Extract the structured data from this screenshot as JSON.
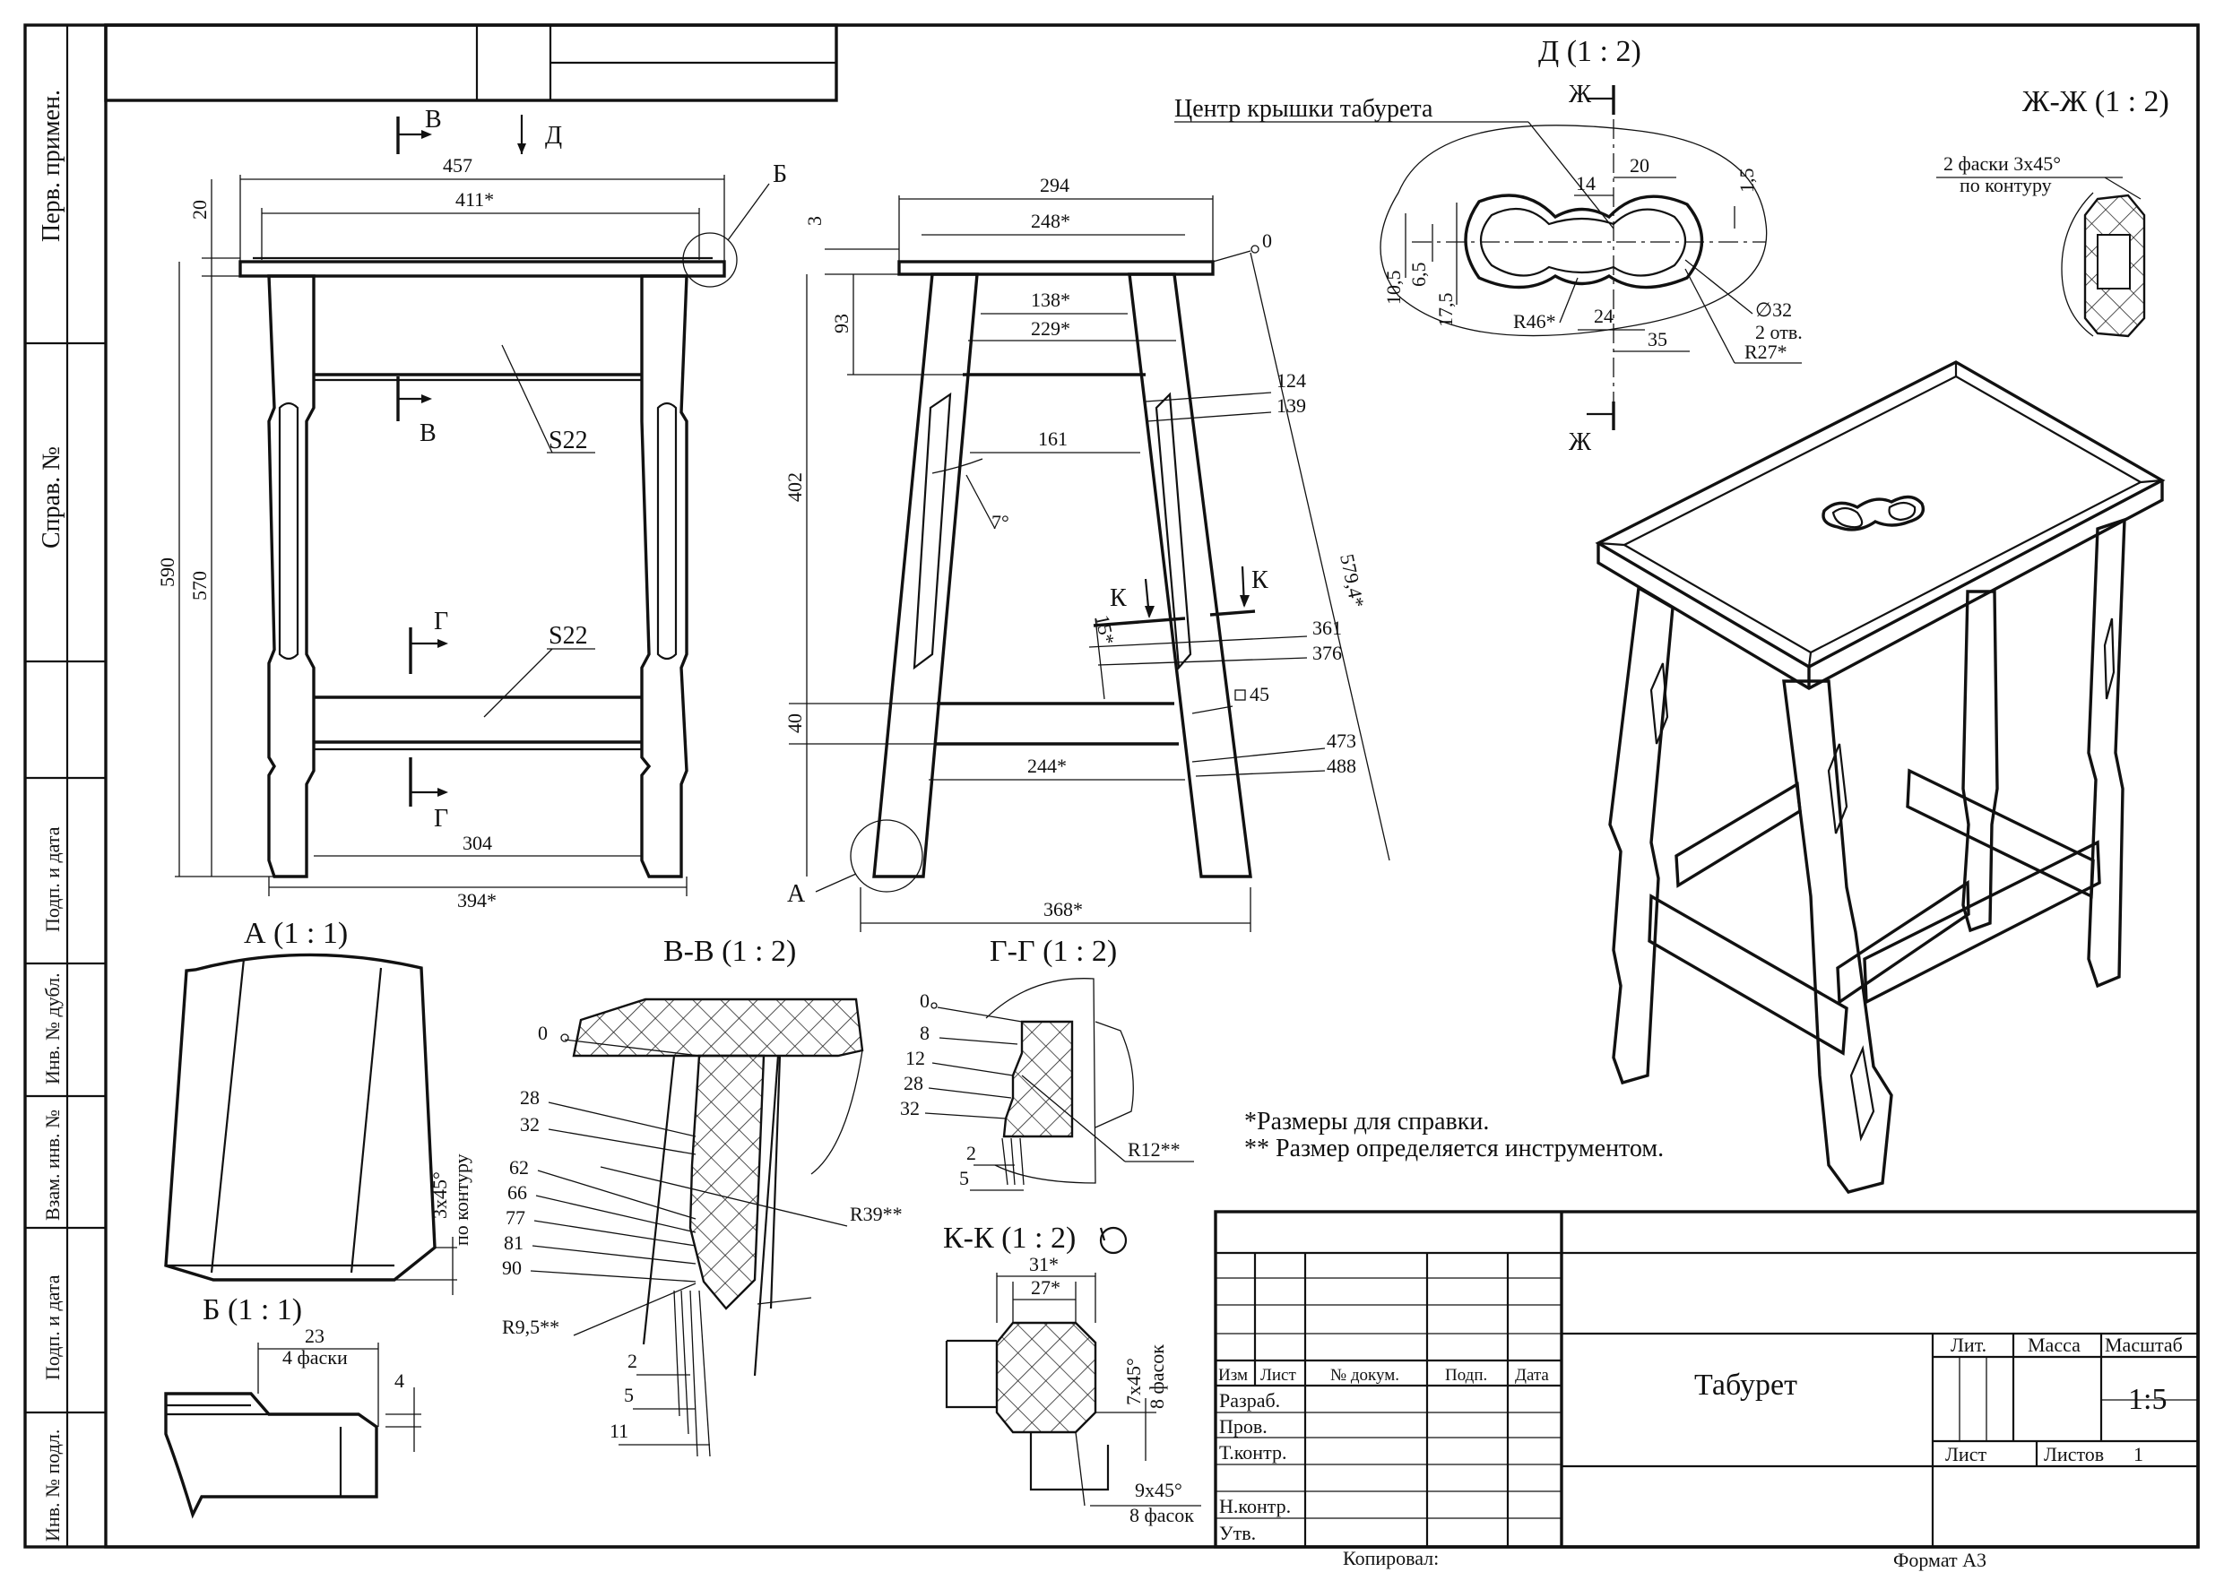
{
  "side_stamp": {
    "top": [
      "Перв. примен.",
      "Справ. №"
    ],
    "bottom": [
      "Подп. и дата",
      "Инв. № дубл.",
      "Взам. инв. №",
      "Подп. и дата",
      "Инв. № подл."
    ]
  },
  "front_view": {
    "section_marks": [
      "В",
      "Д",
      "Б",
      "В",
      "Г",
      "Г"
    ],
    "dims": [
      "457",
      "411*",
      "20",
      "590",
      "570",
      "304",
      "394*"
    ],
    "surface": [
      "S22",
      "S22"
    ]
  },
  "side_view": {
    "dims": [
      "294",
      "248*",
      "3",
      "93",
      "138*",
      "229*",
      "161",
      "7°",
      "402",
      "40",
      "244*",
      "368*",
      "0",
      "124",
      "139",
      "361",
      "376",
      "473",
      "488",
      "579,4*",
      "15*",
      "45"
    ],
    "marks": [
      "К",
      "К",
      "А"
    ]
  },
  "detail_d": {
    "title": "Д (1 : 2)",
    "callout": "Центр крышки табурета",
    "marks": [
      "Ж",
      "Ж"
    ],
    "dims": [
      "20",
      "14",
      "1,5",
      "10,5",
      "6,5",
      "17,5",
      "R46*",
      "24",
      "35",
      "∅32",
      "2 отв.",
      "R27*"
    ]
  },
  "section_zh": {
    "title": "Ж-Ж  (1 : 2)",
    "note1": "2 фаски 3x45°",
    "note2": "по контуру"
  },
  "detail_a": {
    "title": "А  (1 : 1)",
    "note1": "3x45°",
    "note2": "по контуру"
  },
  "detail_b": {
    "title": "Б  (1 : 1)",
    "dim1": "23",
    "note": "4 фаски",
    "dim2": "4"
  },
  "section_vv": {
    "title": "В-В  (1 : 2)",
    "levels": [
      "0",
      "28",
      "32",
      "62",
      "66",
      "77",
      "81",
      "90"
    ],
    "dims": [
      "R39**",
      "R9,5**",
      "2",
      "5",
      "11"
    ]
  },
  "section_gg": {
    "title": "Г-Г  (1 : 2)",
    "levels": [
      "0",
      "8",
      "12",
      "28",
      "32"
    ],
    "dims": [
      "R12**",
      "2",
      "5"
    ]
  },
  "section_kk": {
    "title": "К-К  (1 : 2)",
    "dims": [
      "31*",
      "27*"
    ],
    "chamfer1_a": "7x45°",
    "chamfer1_b": "8 фасок",
    "chamfer2_a": "9x45°",
    "chamfer2_b": "8 фасок"
  },
  "notes": {
    "line1": "*Размеры для справки.",
    "line2": "** Размер определяется инструментом."
  },
  "title_block": {
    "designation": "Табурет",
    "cols": [
      "Изм",
      "Лист",
      "№ докум.",
      "Подп.",
      "Дата"
    ],
    "rows": [
      "Разраб.",
      "Пров.",
      "Т.контр.",
      "Н.контр.",
      "Утв."
    ],
    "lit": "Лит.",
    "mass": "Масса",
    "scale_label": "Масштаб",
    "scale": "1:5",
    "sheet": "Лист",
    "sheets": "Листов",
    "sheets_count": "1"
  },
  "footer": {
    "copied": "Копировал:",
    "format": "Формат А3"
  }
}
